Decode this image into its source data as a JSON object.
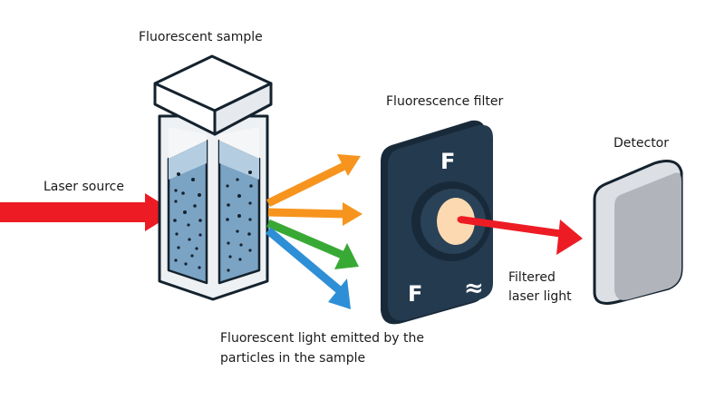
{
  "labels": {
    "fluorescent_sample": "Fluorescent sample",
    "laser_source": "Laser source",
    "fluorescence_filter": "Fluorescence filter",
    "detector": "Detector",
    "filtered_line1": "Filtered",
    "filtered_line2": "laser light",
    "emitted_line1": "Fluorescent light emitted by the",
    "emitted_line2": "particles in the sample"
  },
  "filter_glyphs": {
    "top": "F",
    "bottom_left": "F",
    "bottom_right": "≈"
  },
  "colors": {
    "laser": "#ed1c24",
    "orange": "#f7941d",
    "green": "#39a935",
    "blue": "#2e8fd6",
    "filter_body": "#243a4e",
    "filter_dark": "#182a3a",
    "filter_window": "#fcd9b0",
    "liquid": "#7ba3c4",
    "liquid_top": "#b4cde0",
    "detector_face": "#b1b5bb",
    "detector_side": "#dcdfe3",
    "outline": "#14222e"
  }
}
